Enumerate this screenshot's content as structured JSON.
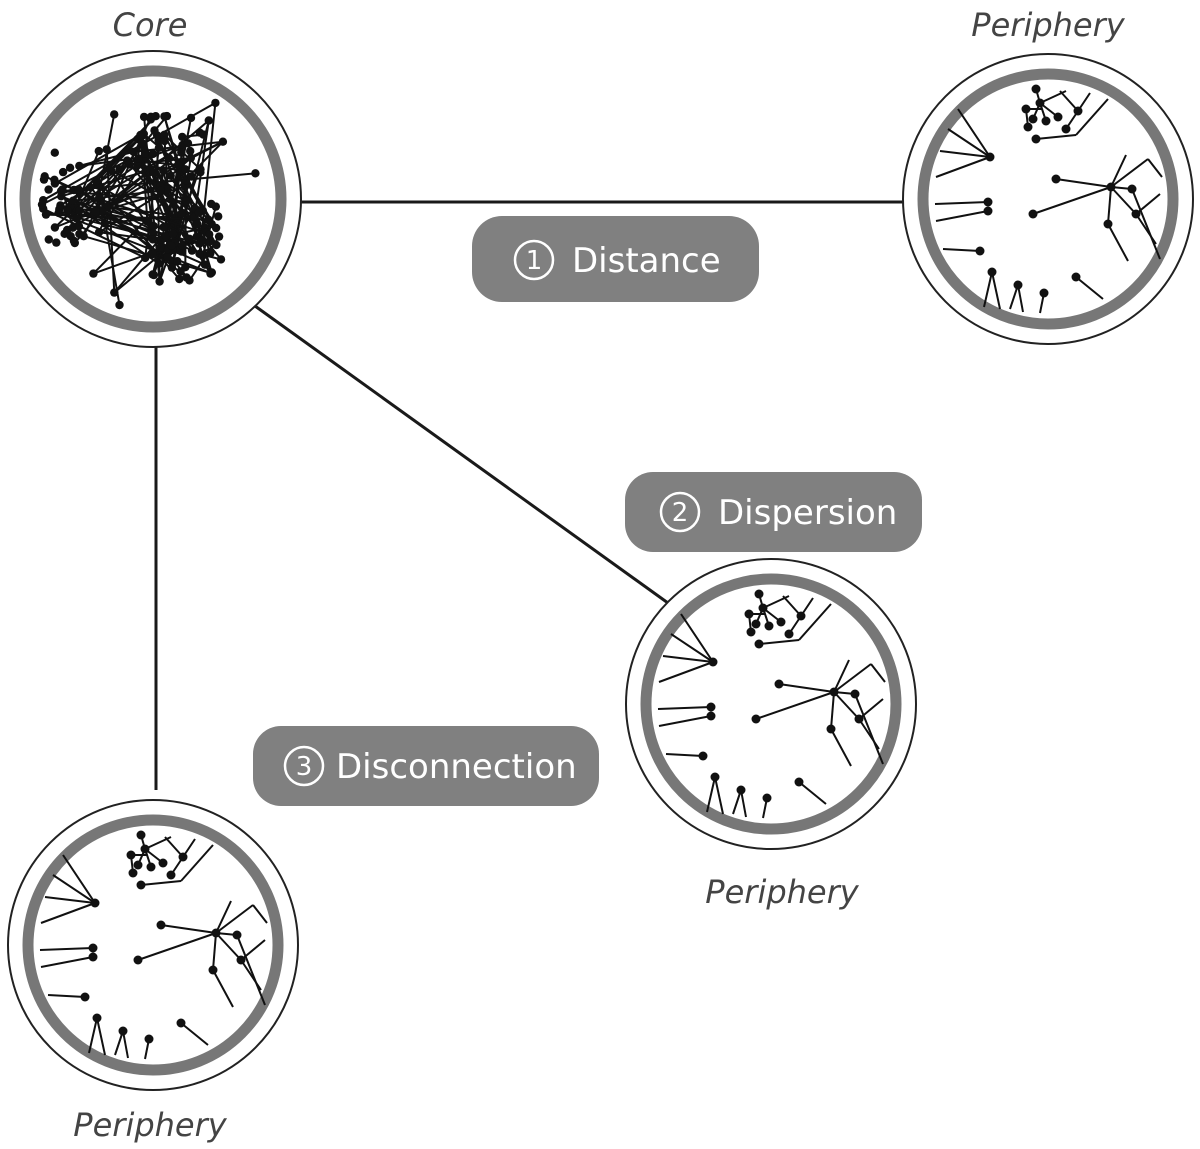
{
  "nodes": {
    "core": {
      "label": "Core"
    },
    "periphery_top_right": {
      "label": "Periphery"
    },
    "periphery_middle": {
      "label": "Periphery"
    },
    "periphery_bottom_left": {
      "label": "Periphery"
    }
  },
  "relations": [
    {
      "number": "1",
      "label": "Distance"
    },
    {
      "number": "2",
      "label": "Dispersion"
    },
    {
      "number": "3",
      "label": "Disconnection"
    }
  ],
  "colors": {
    "pill": "#808080",
    "ring": "#777777",
    "line": "#1a1a1a"
  }
}
